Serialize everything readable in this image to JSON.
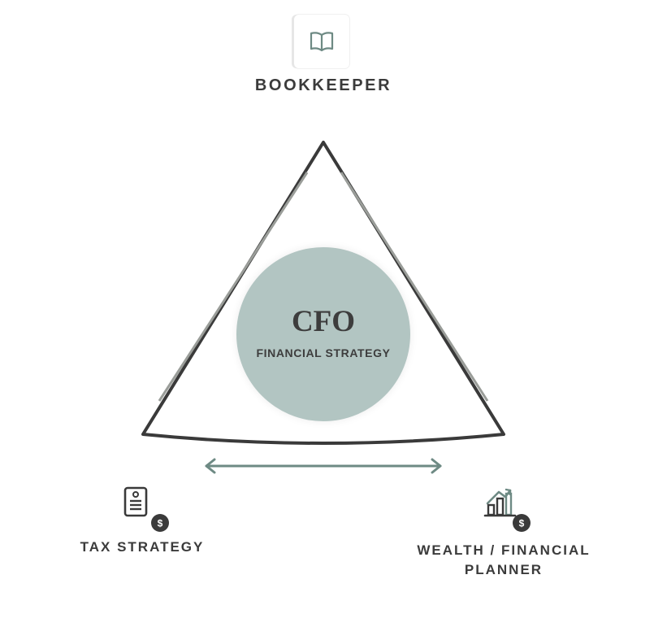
{
  "diagram": {
    "top": {
      "label": "BOOKKEEPER",
      "icon": "book-icon"
    },
    "center": {
      "title": "CFO",
      "subtitle": "FINANCIAL STRATEGY"
    },
    "bottom_left": {
      "label": "TAX STRATEGY",
      "icon": "tax-document-icon",
      "badge": "$"
    },
    "bottom_right": {
      "label_line1": "WEALTH / FINANCIAL",
      "label_line2": "PLANNER",
      "icon": "growth-chart-icon",
      "badge": "$"
    },
    "connector": {
      "type": "double-arrow"
    }
  },
  "colors": {
    "accent": "#6e8a84",
    "circle": "#b2c5c2",
    "text": "#3b3b3b",
    "outline": "#3a3a3a"
  }
}
